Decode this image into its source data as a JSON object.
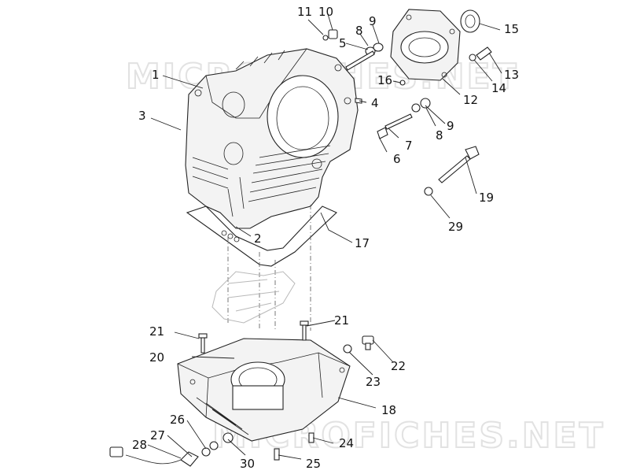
{
  "watermark": "MICROFICHES.NET",
  "callouts": {
    "c1": "1",
    "c2": "2",
    "c3": "3",
    "c4": "4",
    "c5": "5",
    "c6": "6",
    "c7": "7",
    "c8a": "8",
    "c8b": "8",
    "c9a": "9",
    "c9b": "9",
    "c10": "10",
    "c11": "11",
    "c12": "12",
    "c13": "13",
    "c14": "14",
    "c15": "15",
    "c16": "16",
    "c17": "17",
    "c18": "18",
    "c19": "19",
    "c20": "20",
    "c21a": "21",
    "c21b": "21",
    "c22": "22",
    "c23": "23",
    "c24": "24",
    "c25": "25",
    "c26": "26",
    "c27": "27",
    "c28": "28",
    "c29": "29",
    "c30": "30"
  }
}
